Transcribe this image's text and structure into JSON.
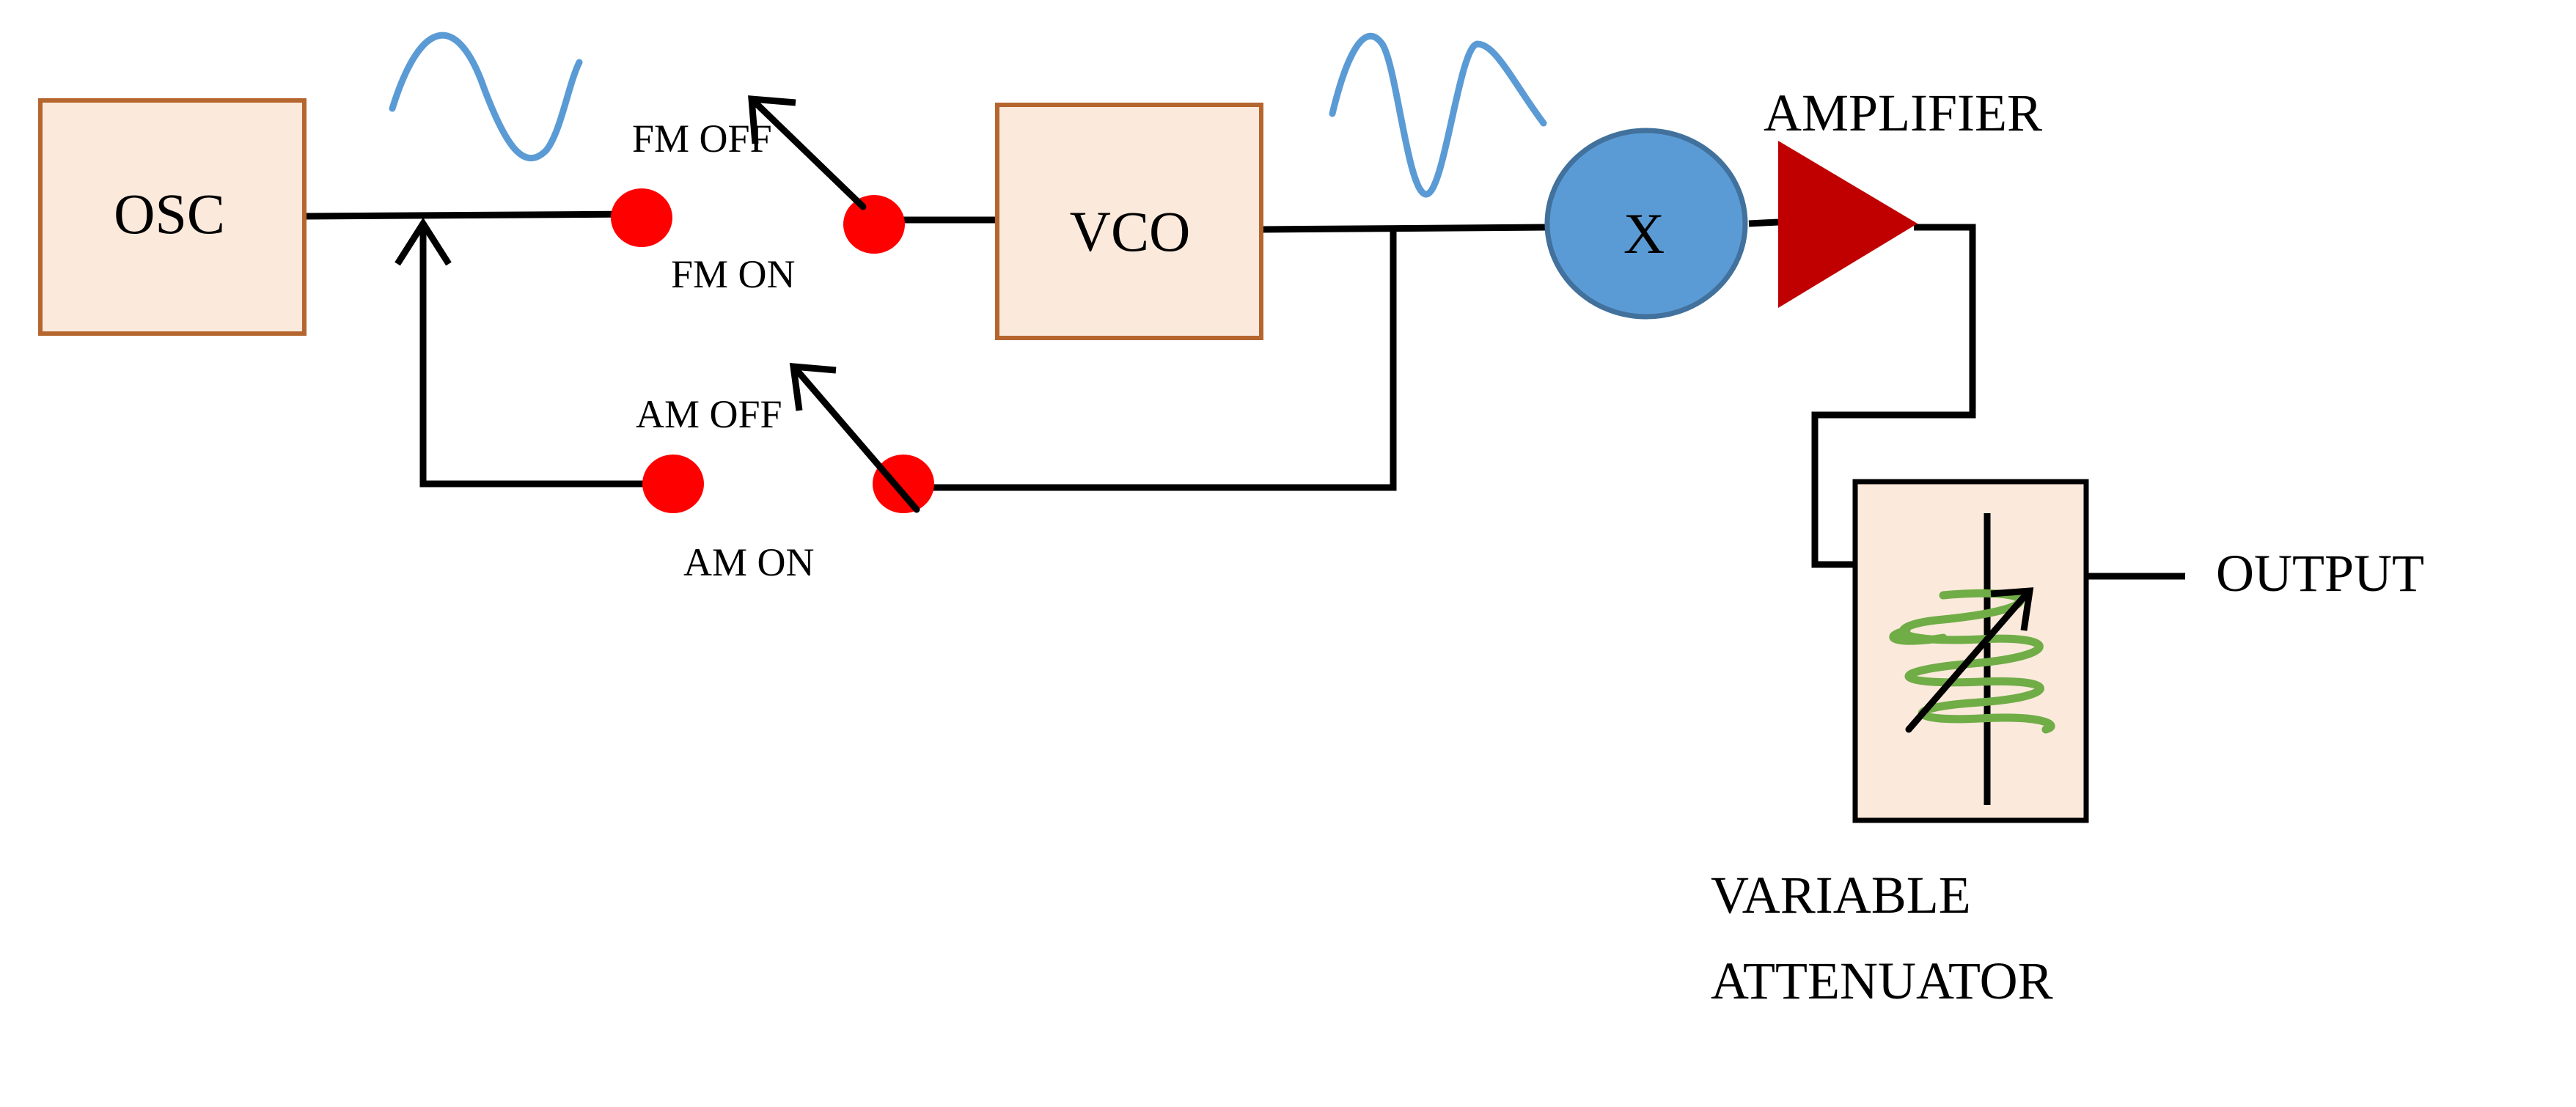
{
  "blocks": {
    "osc": "OSC",
    "vco": "VCO",
    "mixer": "X"
  },
  "switches": {
    "fm_off": "FM OFF",
    "fm_on": "FM ON",
    "am_off": "AM OFF",
    "am_on": "AM ON"
  },
  "labels": {
    "amplifier": "AMPLIFIER",
    "attenuator_line1": "VARIABLE",
    "attenuator_line2": "ATTENUATOR",
    "output": "OUTPUT"
  },
  "colors": {
    "block_fill": "#FBE9DC",
    "block_border": "#B5652E",
    "mixer_fill": "#5B9BD5",
    "mixer_border": "#41719C",
    "amplifier": "#C00000",
    "switch_contact": "#FF0000",
    "waveform": "#5B9BD5",
    "attenuator_coil": "#70AD47"
  },
  "icons": {
    "osc_waveform": "sine-wave-icon",
    "vco_waveform": "sine-wave-icon",
    "amplifier": "triangle-amplifier-icon",
    "attenuator": "variable-resistor-icon"
  }
}
